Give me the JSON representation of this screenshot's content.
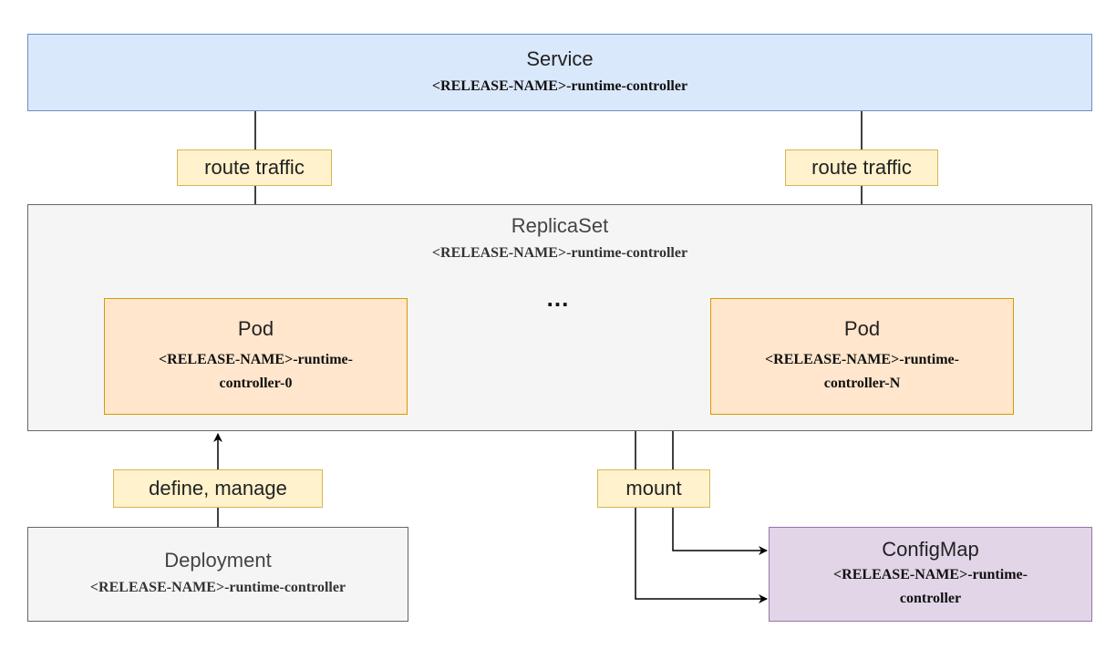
{
  "service": {
    "title": "Service",
    "name": "<RELEASE-NAME>-runtime-controller"
  },
  "replicaset": {
    "title": "ReplicaSet",
    "name": "<RELEASE-NAME>-runtime-controller"
  },
  "pods": [
    {
      "title": "Pod",
      "name_line1": "<RELEASE-NAME>-runtime-",
      "name_line2": "controller-0"
    },
    {
      "title": "Pod",
      "name_line1": "<RELEASE-NAME>-runtime-",
      "name_line2": "controller-N"
    }
  ],
  "ellipsis": "...",
  "deployment": {
    "title": "Deployment",
    "name": "<RELEASE-NAME>-runtime-controller"
  },
  "configmap": {
    "title": "ConfigMap",
    "name_line1": "<RELEASE-NAME>-runtime-",
    "name_line2": "controller"
  },
  "edge_labels": {
    "route_left": "route traffic",
    "route_right": "route traffic",
    "define_manage": "define, manage",
    "mount": "mount"
  },
  "colors": {
    "service_fill": "#dae8fc",
    "service_stroke": "#6c8ebf",
    "container_fill": "#f5f5f5",
    "container_stroke": "#666666",
    "pod_fill": "#ffe6cc",
    "pod_stroke": "#d79b00",
    "configmap_fill": "#e1d5e7",
    "configmap_stroke": "#9673a6",
    "label_fill": "#fff2cc",
    "label_stroke": "#d6b656"
  }
}
